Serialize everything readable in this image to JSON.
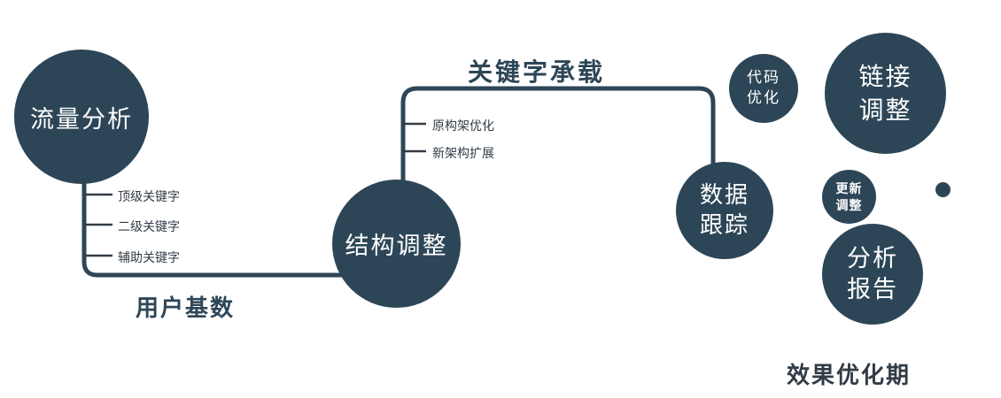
{
  "colors": {
    "primary": "#2d4657",
    "text": "#323c46",
    "node_text": "#ffffff"
  },
  "nodes": {
    "traffic": {
      "label": "流量分析"
    },
    "structure": {
      "label": "结构调整"
    },
    "data_tracking": {
      "label": "数据\n跟踪"
    },
    "code_optimization": {
      "label": "代码\n优化"
    },
    "link_adjustment": {
      "label": "链接\n调整"
    },
    "update_adjustment": {
      "label": "更新\n调整"
    },
    "analysis_report": {
      "label": "分析\n报告"
    }
  },
  "branches": {
    "traffic": [
      "顶级关键字",
      "二级关键字",
      "辅助关键字"
    ],
    "structure": [
      "原构架优化",
      "新架构扩展"
    ]
  },
  "edges": {
    "user_base": "用户基数",
    "keyword_carry": "关键字承载"
  },
  "footer": "效果优化期"
}
